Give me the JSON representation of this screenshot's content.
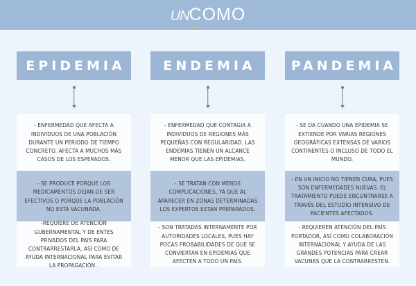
{
  "header": {
    "logo_prefix": "UN",
    "logo_main": "COMO",
    "colors": {
      "banner": "#9fb9d8",
      "accent_dot": "#e0b84a"
    }
  },
  "colors": {
    "background": "#eef4fb",
    "column_header": "#9db6d6",
    "highlight_box": "#b3c5dc",
    "plain_box": "#fbfcfe",
    "arrow": "#6b7f9a",
    "text": "#3a3a3a"
  },
  "columns": [
    {
      "title": "EPIDEMIA",
      "arrow_icon": "arrow-down-icon",
      "items": [
        "- Enfermedad que afecta a individuos de una población durante un periodo de tiempo concreto. Afecta a muchos más casos de los esperados.",
        "- Se produce porque los medicamentos dejan de ser efectivos o porque la población no está vacunada.",
        "-Requiere de atención gubernamental y de entes privados del país para contrarrestarla, así como de ayuda internacional para evitar la propagación ."
      ]
    },
    {
      "title": "ENDEMIA",
      "arrow_icon": "arrow-down-icon",
      "items": [
        "- Enfermedad que contagia a individuos de regiones más pequeñas con regularidad. Las endemias tienen un alcance menor que las epidemias.",
        "- Se tratan con menos complicaciones, ya que al aparecer en zonas determinadas los expertos están preparados.",
        "- Son tratadas internamente por autoridades locales, pues hay pocas probabilidades de que se conviertan en epidemias que afecten a todo un país."
      ]
    },
    {
      "title": "PANDEMIA",
      "arrow_icon": "arrow-down-icon",
      "items": [
        "- Se da cuando una epidemia se extiende por varias regiones geográficas extensas de varios continentes o incluso de todo el mundo.",
        "- En un inicio no tienen cura, pues son enfermedades nuevas. El tratamiento puede encontrarse a través del estudio intensivo de pacientes afectados.",
        "- Requieren atención del país portador, así como colaboración internacional y ayuda de las grandes potencias para crear vacunas que la contrarresten."
      ]
    }
  ]
}
